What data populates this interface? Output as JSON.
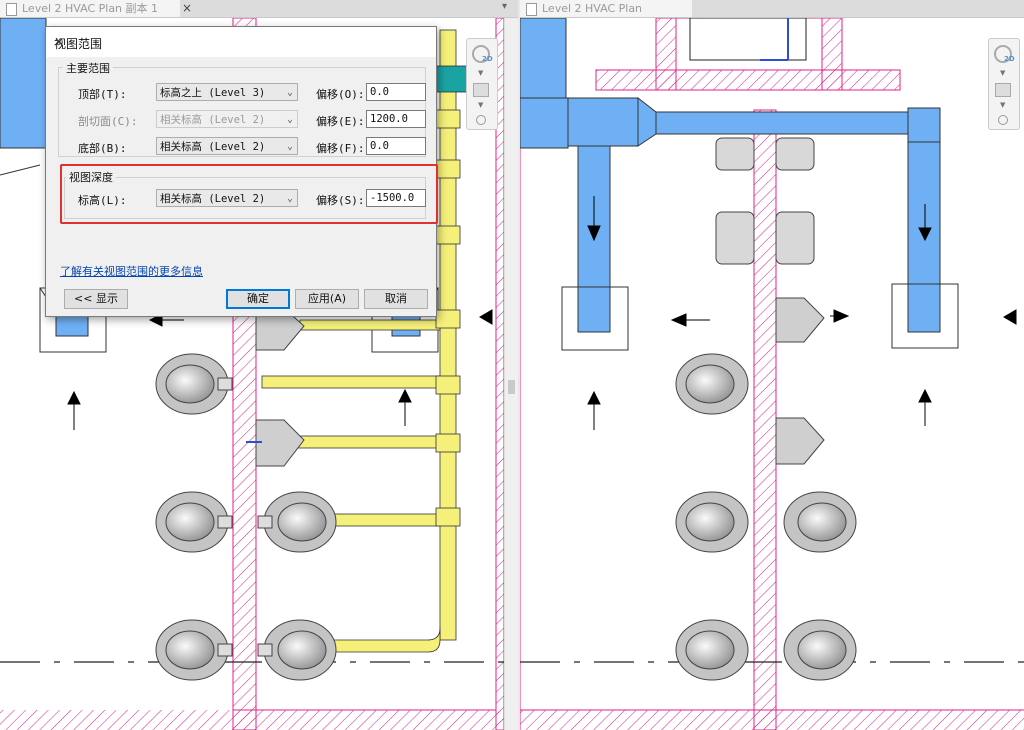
{
  "left_view": {
    "tab_title": "Level 2 HVAC Plan 副本 1",
    "close_glyph": "×"
  },
  "right_view": {
    "tab_title": "Level 2 HVAC Plan"
  },
  "dialog": {
    "title": "视图范围",
    "close_glyph": "✕",
    "primary_range": {
      "group_label": "主要范围",
      "top": {
        "label": "顶部(T):",
        "level": "标高之上 (Level 3)",
        "offset_label": "偏移(O):",
        "offset": "0.0"
      },
      "cut_plane": {
        "label": "剖切面(C):",
        "level": "相关标高 (Level 2)",
        "offset_label": "偏移(E):",
        "offset": "1200.0"
      },
      "bottom": {
        "label": "底部(B):",
        "level": "相关标高 (Level 2)",
        "offset_label": "偏移(F):",
        "offset": "0.0"
      }
    },
    "view_depth": {
      "group_label": "视图深度",
      "level": {
        "label": "标高(L):",
        "value": "相关标高 (Level 2)",
        "offset_label": "偏移(S):",
        "offset": "-1500.0"
      }
    },
    "help_link": "了解有关视图范围的更多信息",
    "buttons": {
      "show": "<< 显示",
      "ok": "确定",
      "apply": "应用(A)",
      "cancel": "取消"
    }
  },
  "colors": {
    "duct": "#6fb0f5",
    "pipe": "#f5f07a",
    "hatch": "#e0208a",
    "highlight": "#e03030",
    "fixture": "#b8b8b8"
  },
  "icons": {
    "view_tab": "document-icon",
    "nav_wheel": "steering-wheel-icon",
    "zoom": "zoom-icon",
    "dropdown": "chevron-down-icon"
  }
}
